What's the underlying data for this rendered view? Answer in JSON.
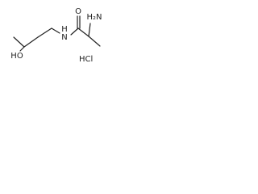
{
  "molecule": {
    "atom_labels": {
      "amine": "H₂N",
      "amide_nitrogen": "N",
      "amide_hydrogen": "H",
      "carbonyl_oxygen": "O",
      "hydroxyl": "HO",
      "salt": "HCl"
    },
    "colors": {
      "bond": "#222222",
      "label": "#222222",
      "background": "#ffffff"
    }
  }
}
